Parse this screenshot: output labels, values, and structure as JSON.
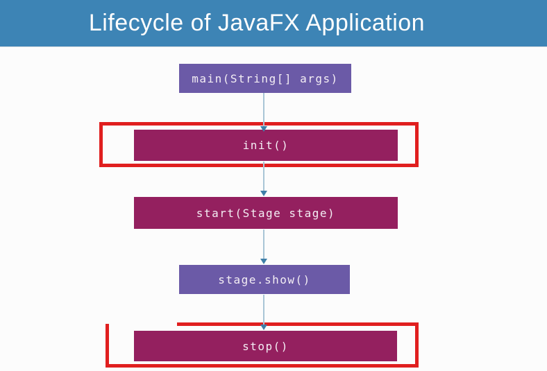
{
  "header": {
    "title": "Lifecycle of JavaFX Application"
  },
  "colors": {
    "header_bg": "#3d84b5",
    "node_purple": "#6b5aa7",
    "node_magenta": "#94205f",
    "highlight_red": "#e01f1f",
    "arrow_line": "#a9c5d6",
    "arrow_head": "#3f7fa8",
    "text": "#ffffff",
    "background": "#fcfcfc"
  },
  "diagram": {
    "type": "flowchart",
    "nodes": [
      {
        "label": "main(String[] args)",
        "variant": "purple",
        "highlighted": false
      },
      {
        "label": "init()",
        "variant": "magenta",
        "highlighted": true
      },
      {
        "label": "start(Stage stage)",
        "variant": "magenta",
        "highlighted": false
      },
      {
        "label": "stage.show()",
        "variant": "purple",
        "highlighted": false
      },
      {
        "label": "stop()",
        "variant": "magenta",
        "highlighted": true
      }
    ],
    "edges": [
      {
        "from": "main(String[] args)",
        "to": "init()"
      },
      {
        "from": "init()",
        "to": "start(Stage stage)"
      },
      {
        "from": "start(Stage stage)",
        "to": "stage.show()"
      },
      {
        "from": "stage.show()",
        "to": "stop()"
      }
    ]
  }
}
